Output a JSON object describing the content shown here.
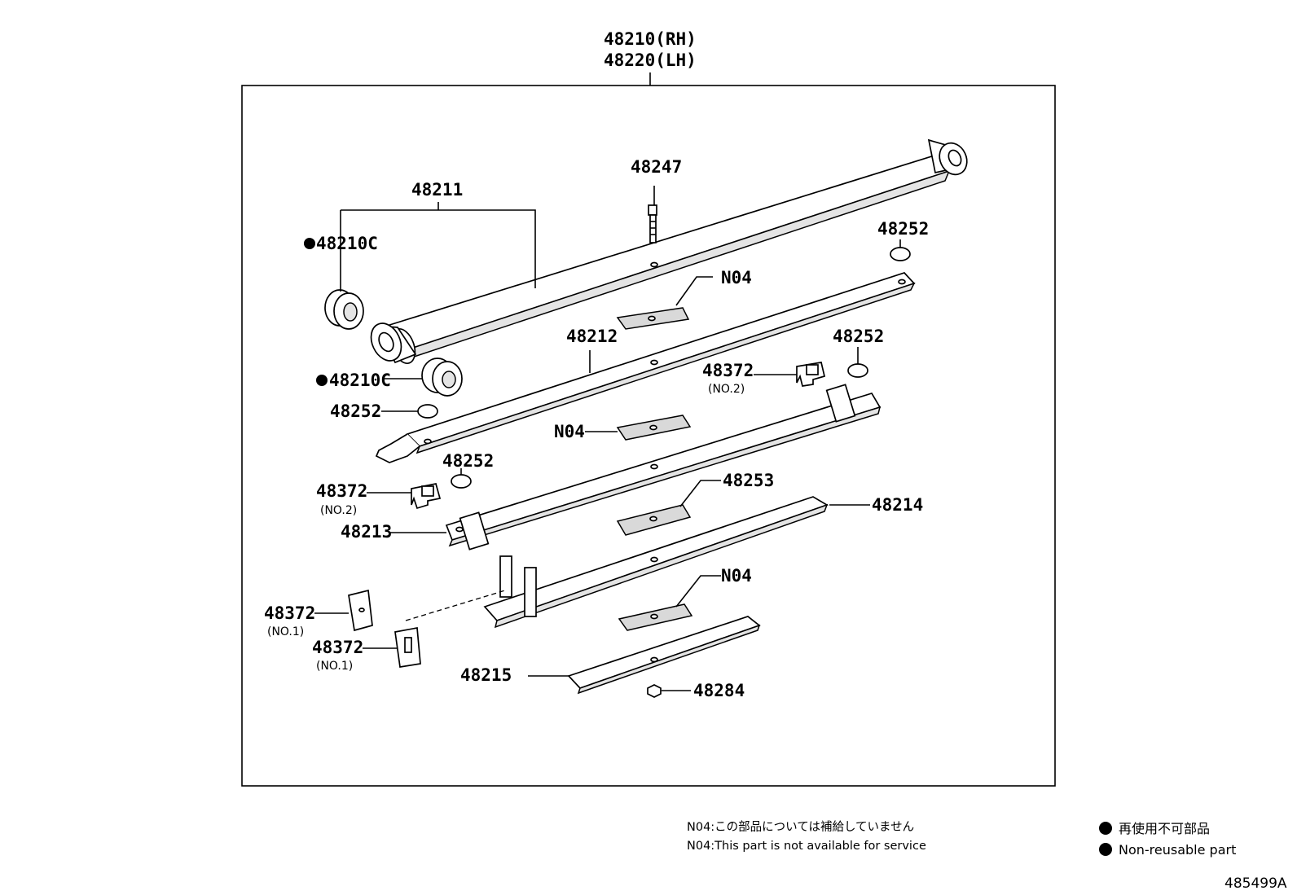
{
  "assembly": {
    "rh": "48210(RH)",
    "lh": "48220(LH)"
  },
  "labels": {
    "p48211": "48211",
    "p48247": "48247",
    "p48210c_a": "48210C",
    "p48210c_b": "48210C",
    "p48252_a": "48252",
    "p48252_b": "48252",
    "p48252_c": "48252",
    "p48252_d": "48252",
    "n04_a": "N04",
    "n04_b": "N04",
    "n04_c": "N04",
    "p48212": "48212",
    "p48372_a": "48372",
    "p48372_a_sub": "(NO.2)",
    "p48372_b": "48372",
    "p48372_b_sub": "(NO.2)",
    "p48372_c": "48372",
    "p48372_c_sub": "(NO.1)",
    "p48372_d": "48372",
    "p48372_d_sub": "(NO.1)",
    "p48213": "48213",
    "p48253": "48253",
    "p48214": "48214",
    "p48215": "48215",
    "p48284": "48284"
  },
  "notes": {
    "jp": "N04:この部品については補給していません",
    "en": "N04:This part is not available for service"
  },
  "legend": {
    "jp": "再使用不可部品",
    "en": "Non-reusable part"
  },
  "diagram_code": "485499A"
}
